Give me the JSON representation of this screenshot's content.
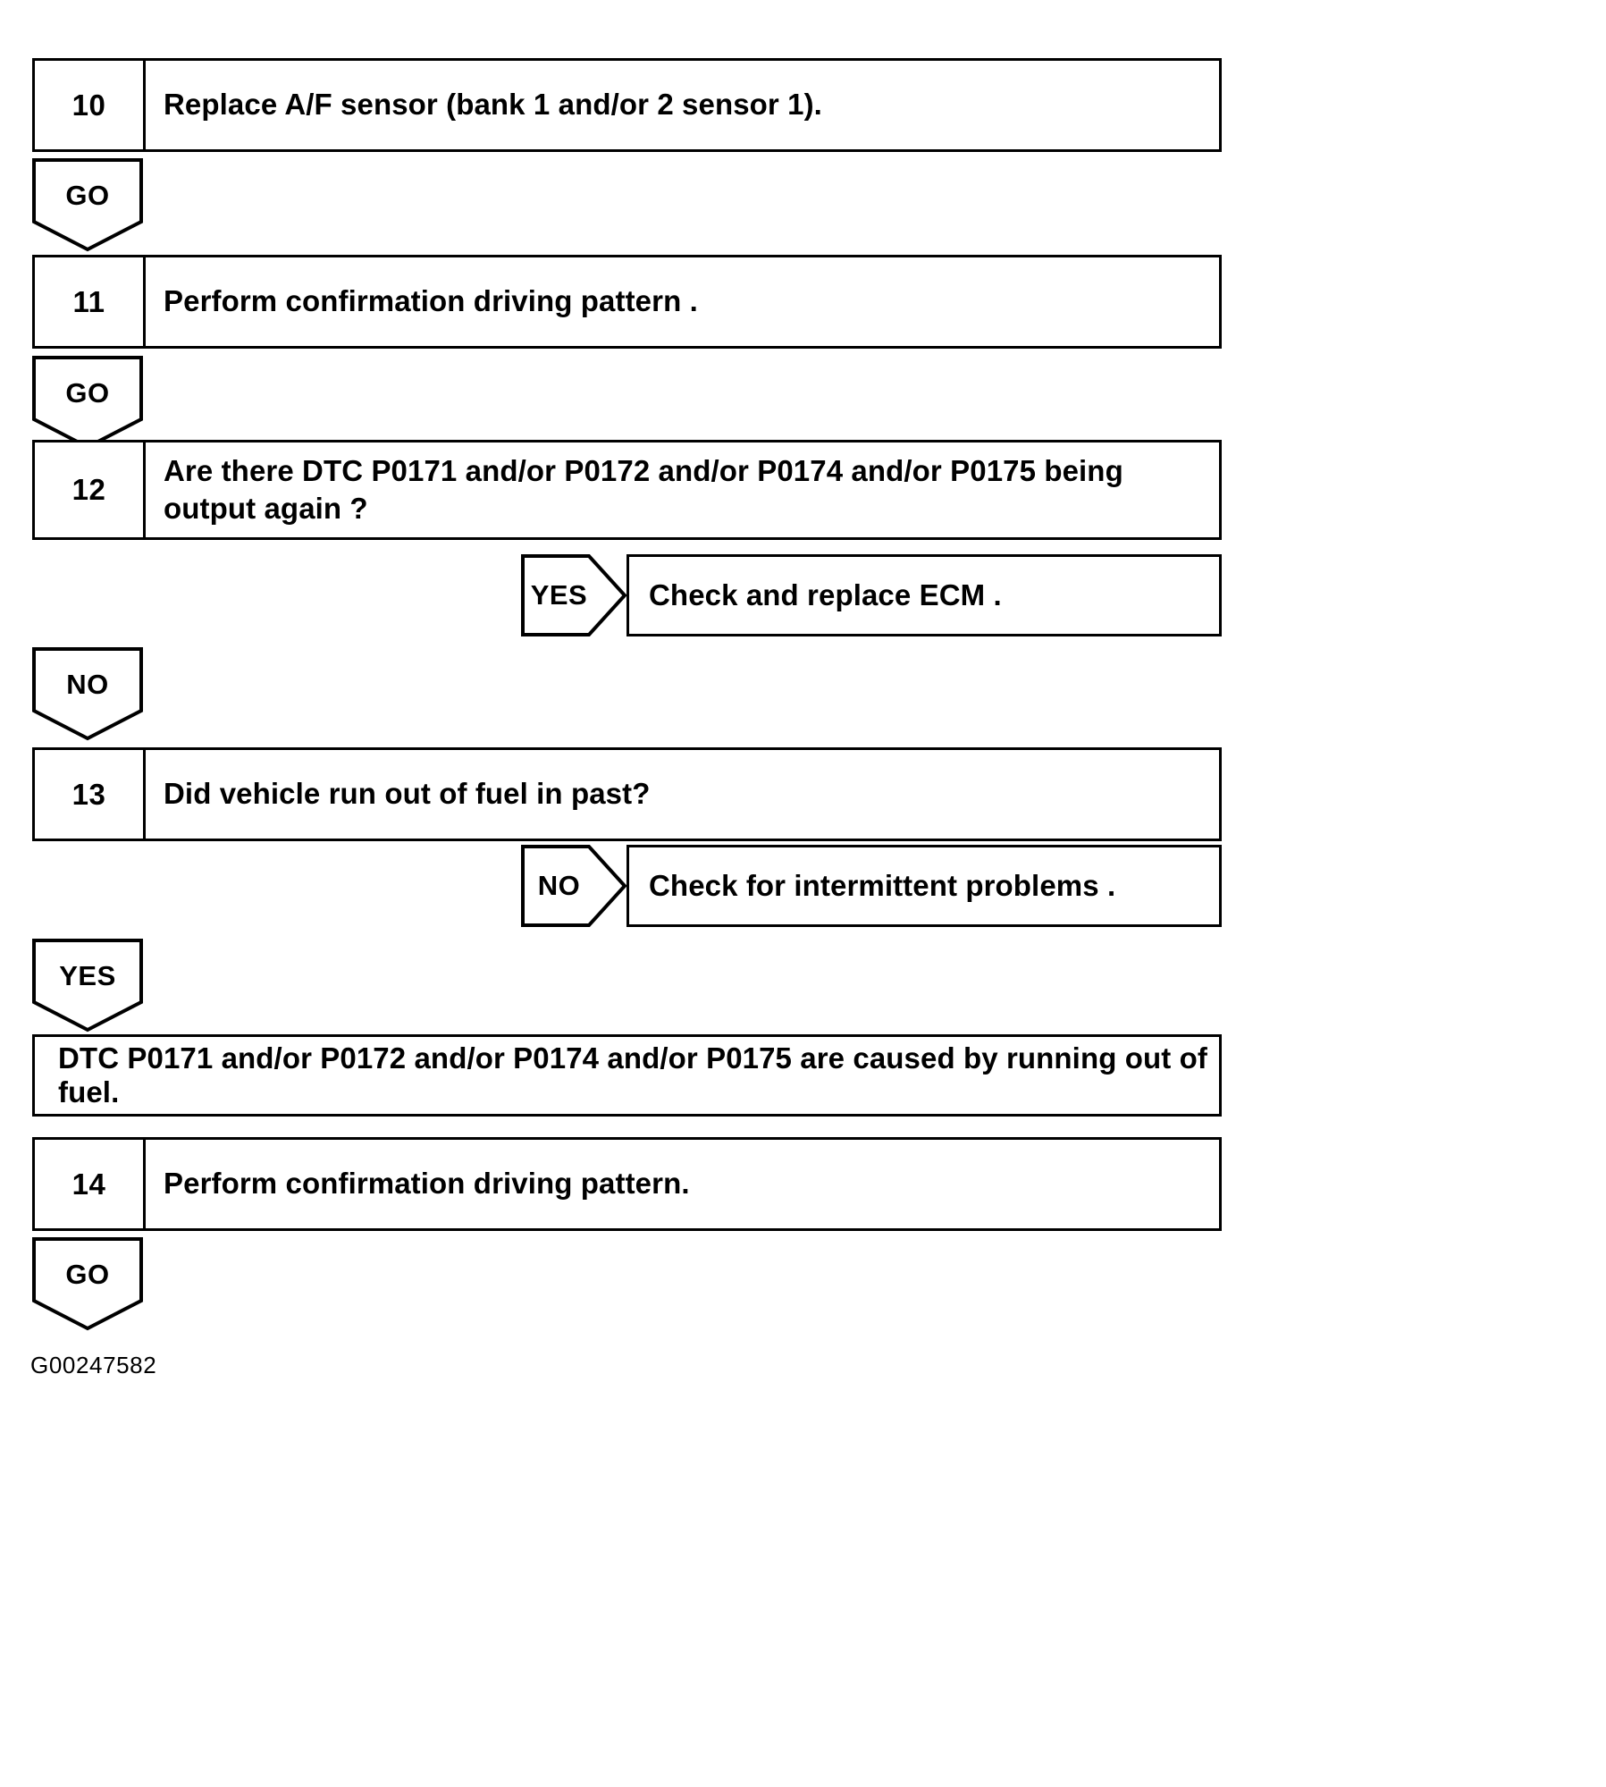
{
  "figure": {
    "reference_code": "G00247582",
    "type": "diagnostic-flowchart"
  },
  "steps": [
    {
      "id": "step-10",
      "number": "10",
      "text": "Replace A/F sensor (bank 1 and/or 2 sensor 1)."
    },
    {
      "id": "step-11",
      "number": "11",
      "text": "Perform confirmation driving pattern ."
    },
    {
      "id": "step-12",
      "number": "12",
      "text": "Are there DTC P0171 and/or P0172 and/or P0174 and/or P0175 being output again ?"
    },
    {
      "id": "step-13",
      "number": "13",
      "text": "Did vehicle run out of fuel in past?"
    },
    {
      "id": "step-14",
      "number": "14",
      "text": "Perform confirmation driving pattern."
    }
  ],
  "connectors": {
    "go_after_10": "GO",
    "go_after_11": "GO",
    "yes_from_12": "YES",
    "no_from_12": "NO",
    "no_from_13": "NO",
    "yes_from_13": "YES",
    "go_after_14": "GO"
  },
  "results": {
    "check_replace_ecm": "Check and replace ECM .",
    "check_intermittent": "Check for intermittent problems ."
  },
  "statements": {
    "fuel_cause": "DTC P0171 and/or P0172 and/or P0174 and/or P0175 are caused by running out of fuel."
  },
  "colors": {
    "stroke": "#000000",
    "background": "#ffffff",
    "text": "#000000"
  }
}
